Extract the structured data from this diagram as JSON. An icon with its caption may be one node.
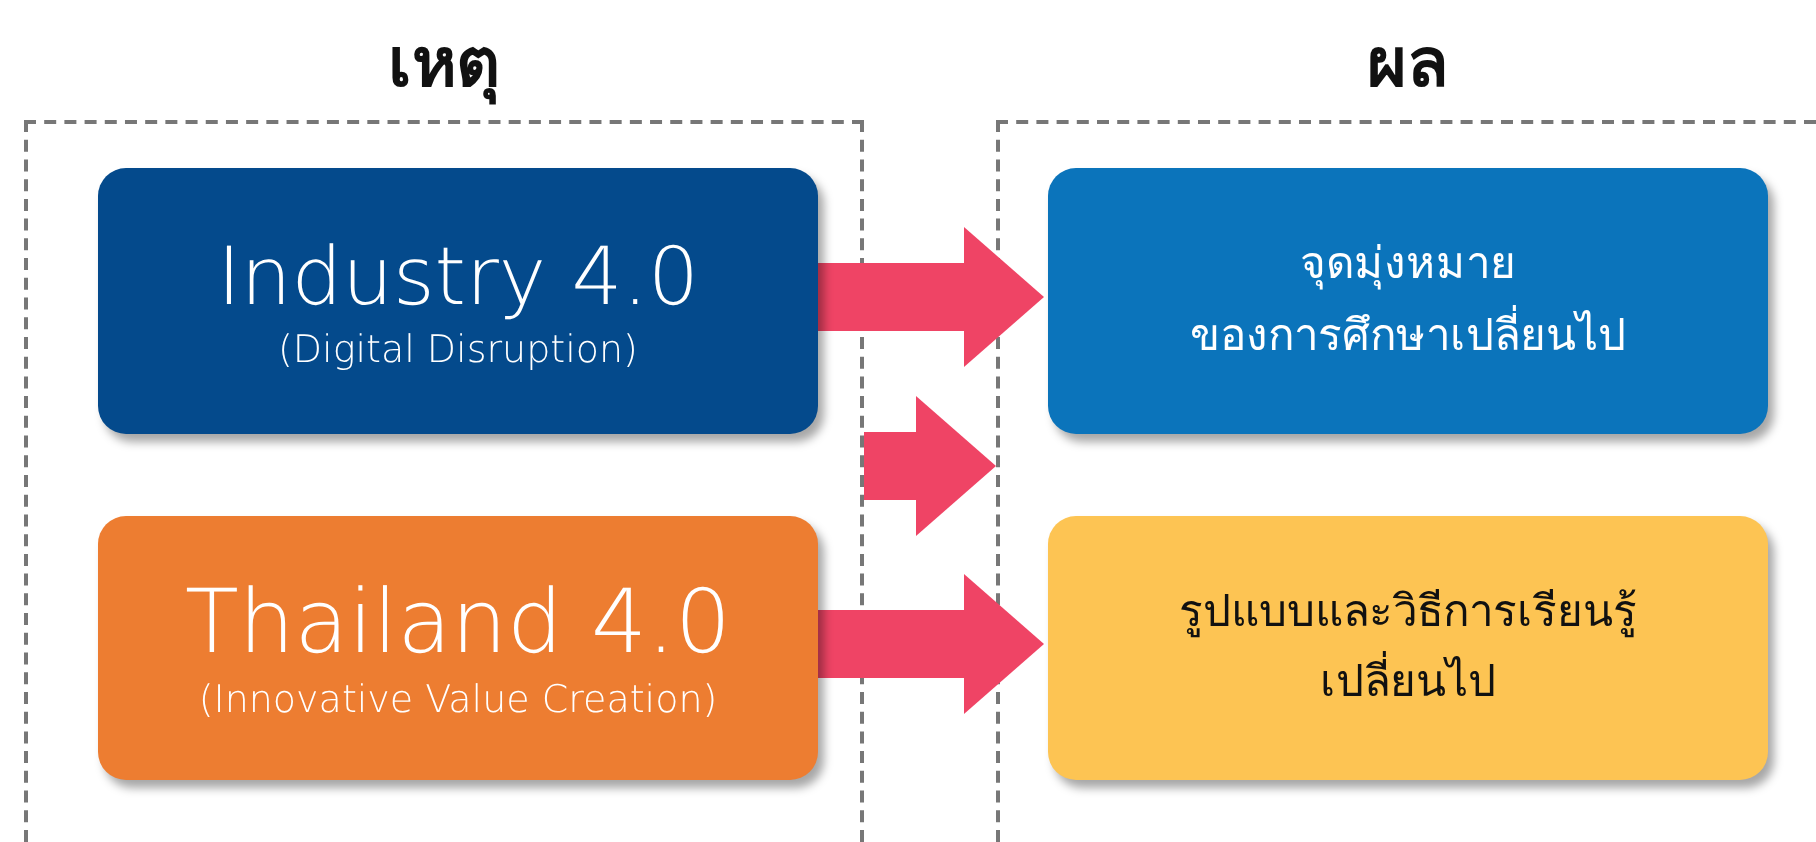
{
  "diagram": {
    "nodes": [
      {
        "text": [
          "เหตุ"
        ]
      },
      {
        "text": [
          "ผล"
        ]
      },
      {
        "text": [
          "Industry 4.0",
          "(Digital Disruption)"
        ],
        "in": 0
      },
      {
        "text": [
          "Thailand 4.0",
          "(Innovative Value Creation)"
        ],
        "in": 0
      },
      {
        "text": [
          "จุดมุ่งหมาย ของการศึกษาเปลี่ยนไป"
        ],
        "in": 1
      },
      {
        "text": [
          "รูปแบบและวิธีการเรียนรู้ เปลี่ยนไป"
        ],
        "in": 1
      }
    ],
    "edges": [
      {
        "from": 2,
        "to": 4,
        "arrow": "to"
      },
      {
        "from": 0,
        "to": 1,
        "arrow": "to"
      },
      {
        "from": 3,
        "to": 5,
        "arrow": "to"
      }
    ]
  }
}
